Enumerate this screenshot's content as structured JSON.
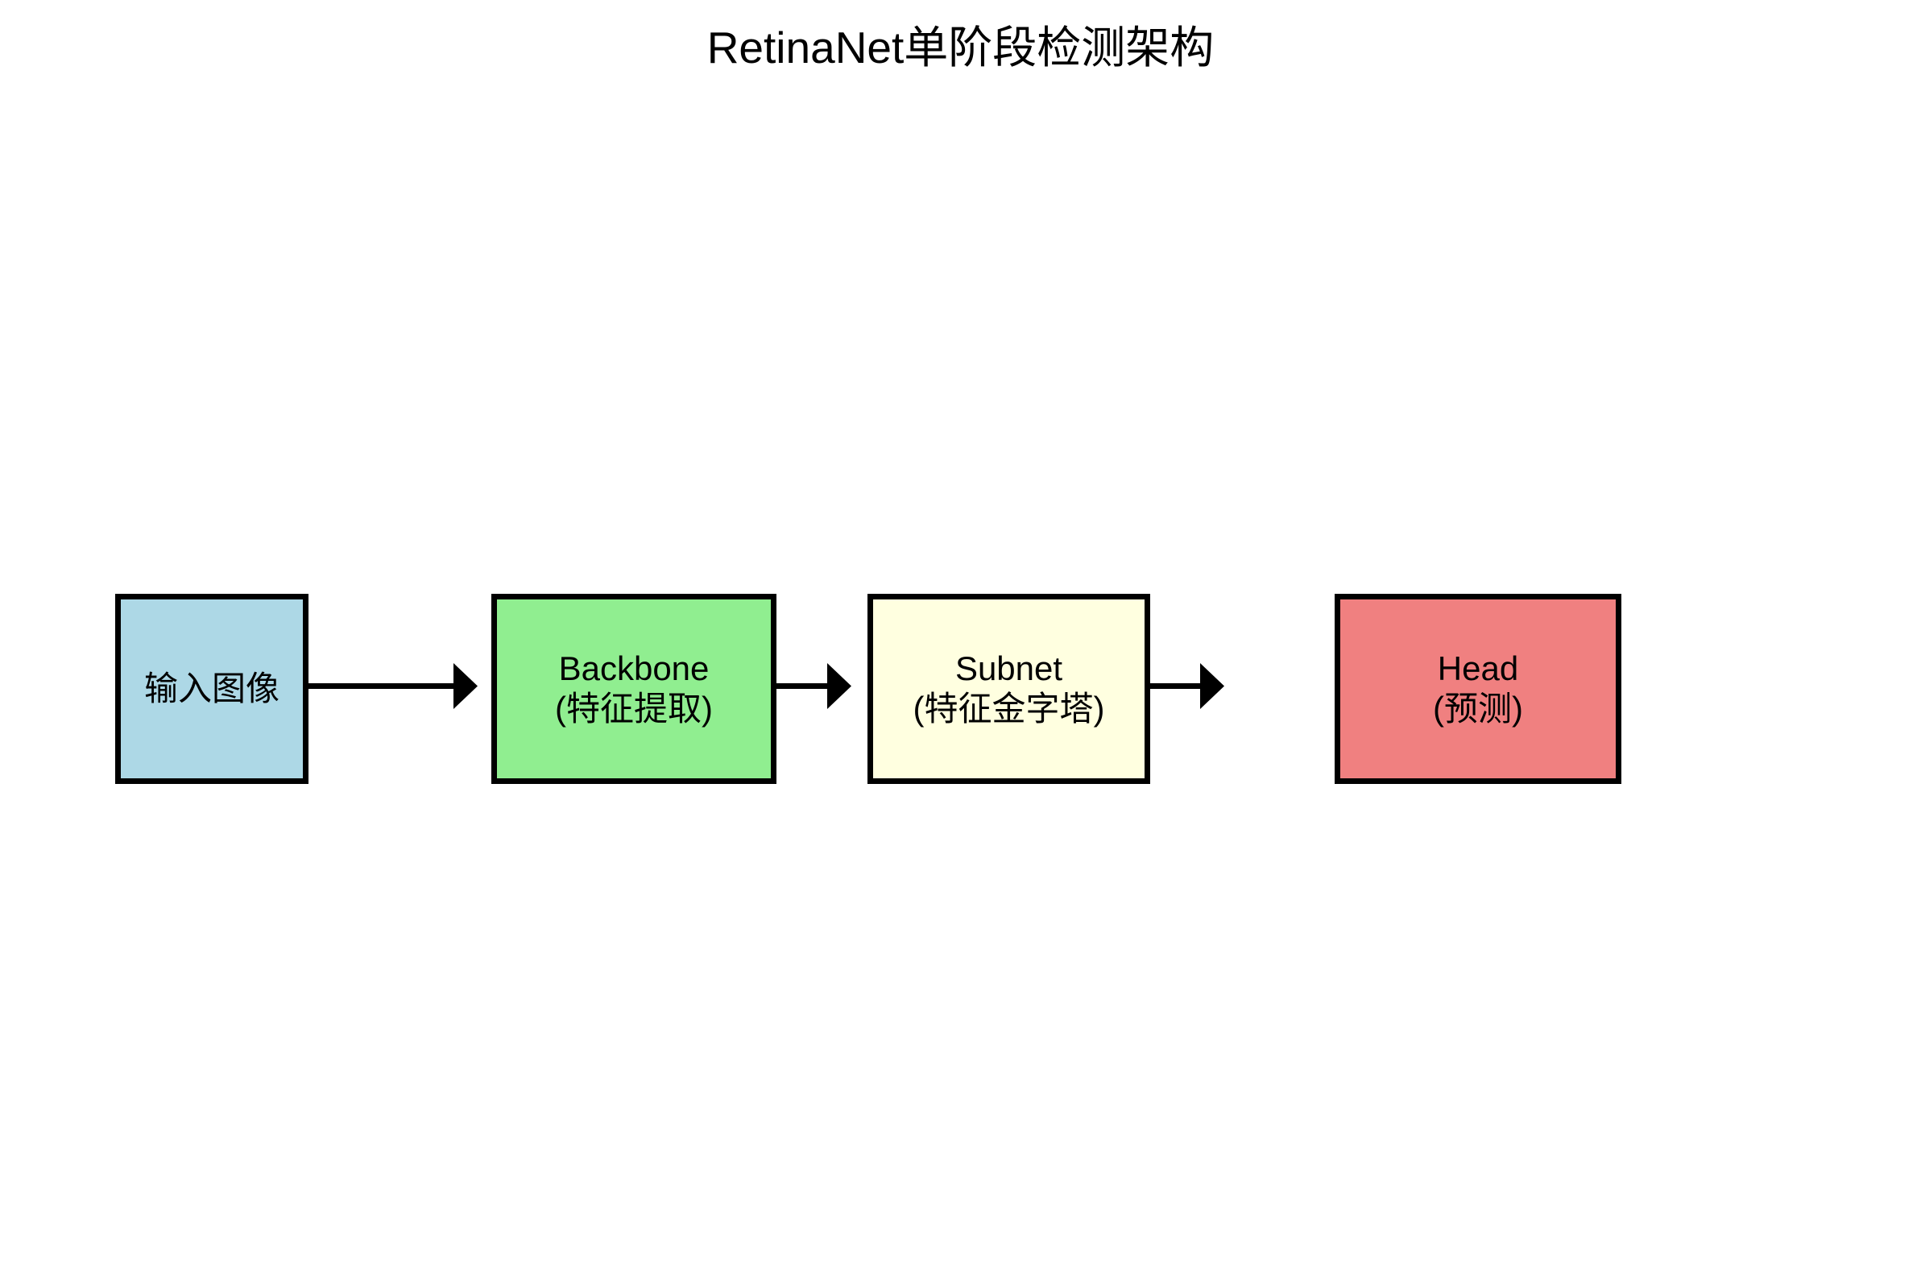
{
  "page": {
    "title": "RetinaNet单阶段检测架构",
    "background": "#ffffff",
    "line_color": "#000000"
  },
  "diagram": {
    "nodes": [
      {
        "id": "input-image",
        "label": "输入图像",
        "sublabel": "",
        "fill": "#ADD8E6"
      },
      {
        "id": "backbone",
        "label": "Backbone",
        "sublabel": "(特征提取)",
        "fill": "#90EE90"
      },
      {
        "id": "subnet",
        "label": "Subnet",
        "sublabel": "(特征金字塔)",
        "fill": "#FFFFE0"
      },
      {
        "id": "head",
        "label": "Head",
        "sublabel": "(预测)",
        "fill": "#F08080"
      }
    ],
    "connections": [
      {
        "from": "input-image",
        "to": "backbone"
      },
      {
        "from": "backbone",
        "to": "subnet"
      },
      {
        "from": "subnet",
        "to": "head"
      }
    ]
  }
}
